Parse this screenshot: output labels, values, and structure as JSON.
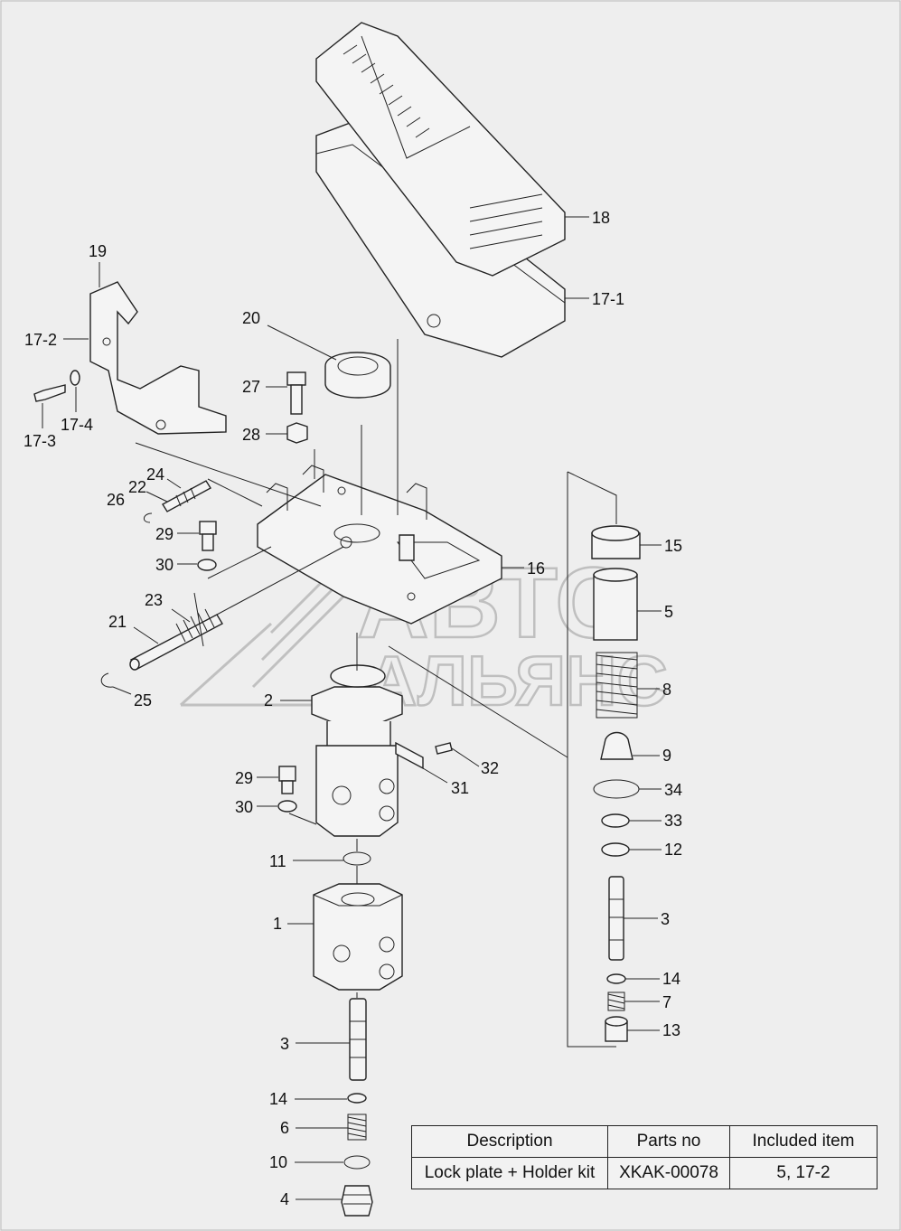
{
  "watermark": {
    "line1": "АВТО",
    "line2": "АЛЬЯНС"
  },
  "callouts": [
    {
      "id": "c18",
      "text": "18"
    },
    {
      "id": "c17-1",
      "text": "17-1"
    },
    {
      "id": "c19",
      "text": "19"
    },
    {
      "id": "c17-2",
      "text": "17-2"
    },
    {
      "id": "c17-3",
      "text": "17-3"
    },
    {
      "id": "c17-4",
      "text": "17-4"
    },
    {
      "id": "c20",
      "text": "20"
    },
    {
      "id": "c27",
      "text": "27"
    },
    {
      "id": "c28",
      "text": "28"
    },
    {
      "id": "c24",
      "text": "24"
    },
    {
      "id": "c22",
      "text": "22"
    },
    {
      "id": "c26",
      "text": "26"
    },
    {
      "id": "c29a",
      "text": "29"
    },
    {
      "id": "c30a",
      "text": "30"
    },
    {
      "id": "c15",
      "text": "15"
    },
    {
      "id": "c16",
      "text": "16"
    },
    {
      "id": "c5",
      "text": "5"
    },
    {
      "id": "c23",
      "text": "23"
    },
    {
      "id": "c21",
      "text": "21"
    },
    {
      "id": "c8",
      "text": "8"
    },
    {
      "id": "c25",
      "text": "25"
    },
    {
      "id": "c2",
      "text": "2"
    },
    {
      "id": "c9",
      "text": "9"
    },
    {
      "id": "c32",
      "text": "32"
    },
    {
      "id": "c34",
      "text": "34"
    },
    {
      "id": "c29b",
      "text": "29"
    },
    {
      "id": "c31",
      "text": "31"
    },
    {
      "id": "c30b",
      "text": "30"
    },
    {
      "id": "c33",
      "text": "33"
    },
    {
      "id": "c12",
      "text": "12"
    },
    {
      "id": "c11",
      "text": "11"
    },
    {
      "id": "c1",
      "text": "1"
    },
    {
      "id": "c3a",
      "text": "3"
    },
    {
      "id": "c14a",
      "text": "14"
    },
    {
      "id": "c7",
      "text": "7"
    },
    {
      "id": "c13",
      "text": "13"
    },
    {
      "id": "c3b",
      "text": "3"
    },
    {
      "id": "c14b",
      "text": "14"
    },
    {
      "id": "c6",
      "text": "6"
    },
    {
      "id": "c10",
      "text": "10"
    },
    {
      "id": "c4",
      "text": "4"
    }
  ],
  "kit_table": {
    "headers": [
      "Description",
      "Parts no",
      "Included item"
    ],
    "rows": [
      [
        "Lock plate + Holder kit",
        "XKAK-00078",
        "5, 17-2"
      ]
    ]
  }
}
